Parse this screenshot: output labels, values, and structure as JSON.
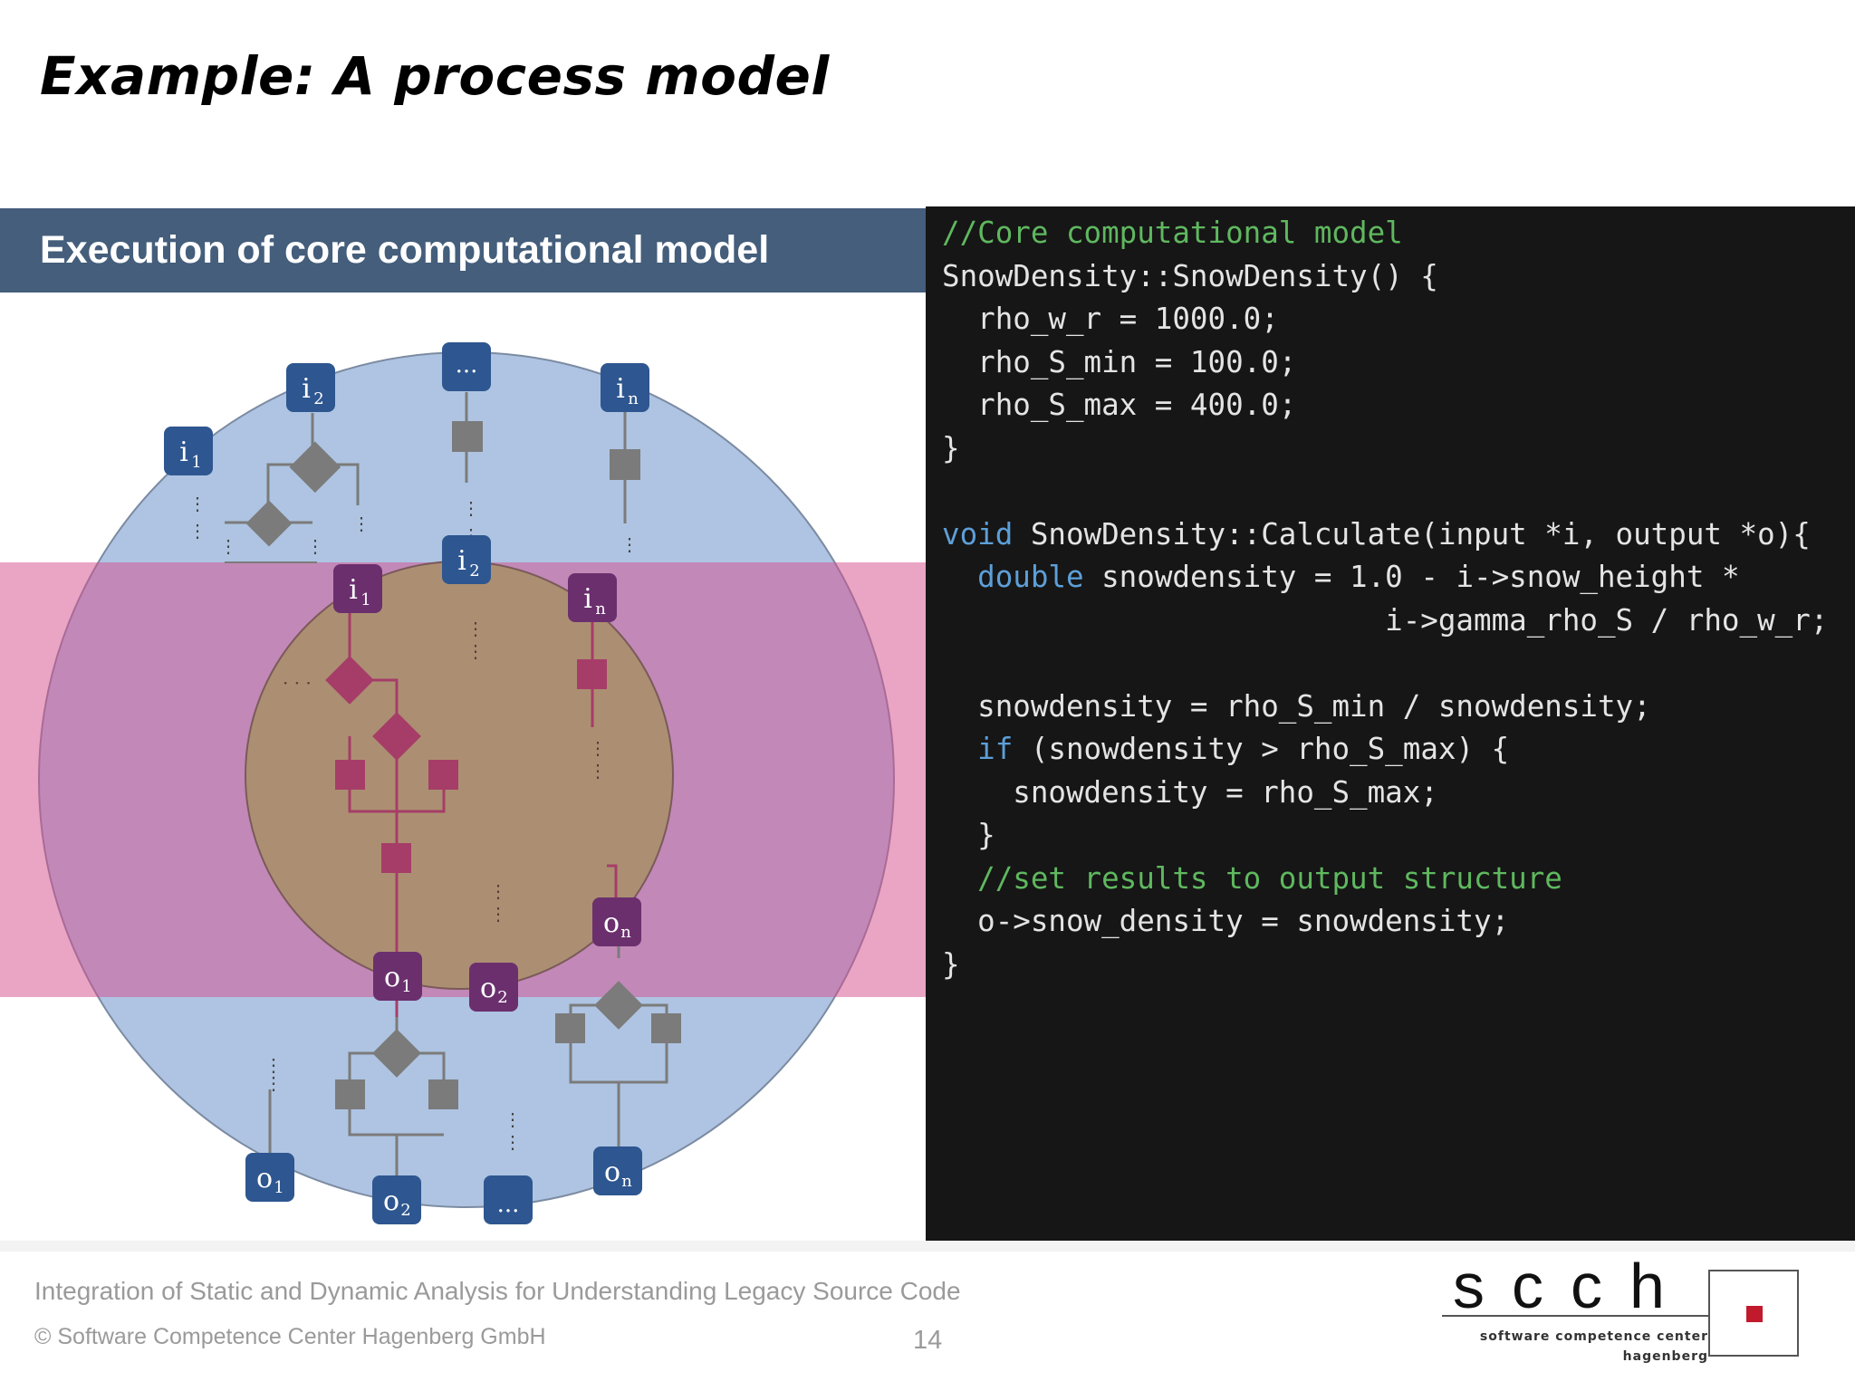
{
  "slide": {
    "title": "Example:  A process model",
    "banner": "Execution of core computational model"
  },
  "diagram": {
    "outer_inputs": [
      "i",
      "i",
      "...",
      "i"
    ],
    "outer_input_subscripts": [
      "1",
      "2",
      "",
      "n"
    ],
    "inner_inputs": [
      "i",
      "i",
      "i"
    ],
    "inner_input_subscripts": [
      "1",
      "2",
      "n"
    ],
    "inner_outputs": [
      "o",
      "o",
      "o"
    ],
    "inner_output_subscripts": [
      "1",
      "2",
      "n"
    ],
    "outer_outputs": [
      "o",
      "o",
      "...",
      "o"
    ],
    "outer_output_subscripts": [
      "1",
      "2",
      "",
      "n"
    ],
    "colors": {
      "outer_circle": "#aec4e2",
      "band": "#e39bbd",
      "inner_circle": "#a89166",
      "outer_node": "#2e5690",
      "inner_node": "#6b2f6e",
      "outer_gate": "#7b7b7b",
      "inner_gate": "#a63d68"
    }
  },
  "code": {
    "lines": [
      [
        {
          "t": "//Core computational model",
          "c": "comment"
        }
      ],
      [
        {
          "t": "SnowDensity::SnowDensity() {",
          "c": "plain"
        }
      ],
      [
        {
          "t": "  rho_w_r = 1000.0;",
          "c": "plain"
        }
      ],
      [
        {
          "t": "  rho_S_min = 100.0;",
          "c": "plain"
        }
      ],
      [
        {
          "t": "  rho_S_max = 400.0;",
          "c": "plain"
        }
      ],
      [
        {
          "t": "}",
          "c": "plain"
        }
      ],
      [
        {
          "t": "",
          "c": "plain"
        }
      ],
      [
        {
          "t": "void",
          "c": "kw"
        },
        {
          "t": " SnowDensity::Calculate(input *i, output *o){",
          "c": "plain"
        }
      ],
      [
        {
          "t": "  ",
          "c": "plain"
        },
        {
          "t": "double",
          "c": "kw"
        },
        {
          "t": " snowdensity = 1.0 - i->snow_height *",
          "c": "plain"
        }
      ],
      [
        {
          "t": "                         i->gamma_rho_S / rho_w_r;",
          "c": "plain"
        }
      ],
      [
        {
          "t": "",
          "c": "plain"
        }
      ],
      [
        {
          "t": "  snowdensity = rho_S_min / snowdensity;",
          "c": "plain"
        }
      ],
      [
        {
          "t": "  ",
          "c": "plain"
        },
        {
          "t": "if",
          "c": "kw"
        },
        {
          "t": " (snowdensity > rho_S_max) {",
          "c": "plain"
        }
      ],
      [
        {
          "t": "    snowdensity = rho_S_max;",
          "c": "plain"
        }
      ],
      [
        {
          "t": "  }",
          "c": "plain"
        }
      ],
      [
        {
          "t": "  //set results to output structure",
          "c": "comment"
        }
      ],
      [
        {
          "t": "  o->snow_density = snowdensity;",
          "c": "plain"
        }
      ],
      [
        {
          "t": "}",
          "c": "plain"
        }
      ]
    ]
  },
  "footer": {
    "line1": "Integration of Static and Dynamic Analysis for Understanding Legacy Source Code",
    "line2": "© Software Competence Center Hagenberg GmbH",
    "page_number": "14"
  },
  "logo": {
    "letters": "scch",
    "line1": "software competence center",
    "line2": "hagenberg"
  }
}
